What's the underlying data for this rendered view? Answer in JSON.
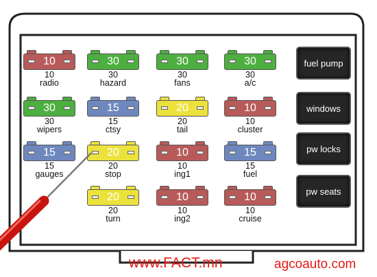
{
  "colors": {
    "red": "#b85a5a",
    "green": "#4caf3f",
    "blue": "#6e88bf",
    "yellow": "#ece23c"
  },
  "fuses": [
    {
      "amp": "10",
      "color": "red",
      "label": "radio"
    },
    {
      "amp": "30",
      "color": "green",
      "label": "hazard"
    },
    {
      "amp": "30",
      "color": "green",
      "label": "fans"
    },
    {
      "amp": "30",
      "color": "green",
      "label": "a/c"
    },
    {
      "amp": "30",
      "color": "green",
      "label": "wipers"
    },
    {
      "amp": "15",
      "color": "blue",
      "label": "ctsy"
    },
    {
      "amp": "20",
      "color": "yellow",
      "label": "tail"
    },
    {
      "amp": "10",
      "color": "red",
      "label": "cluster"
    },
    {
      "amp": "15",
      "color": "blue",
      "label": "gauges"
    },
    {
      "amp": "20",
      "color": "yellow",
      "label": "stop"
    },
    {
      "amp": "10",
      "color": "red",
      "label": "ing1"
    },
    {
      "amp": "15",
      "color": "blue",
      "label": "fuel"
    },
    {
      "amp": "20",
      "color": "yellow",
      "label": "turn"
    },
    {
      "amp": "10",
      "color": "red",
      "label": "ing2"
    },
    {
      "amp": "10",
      "color": "red",
      "label": "cruise"
    }
  ],
  "relays": [
    "fuel pump",
    "windows",
    "pw locks",
    "pw seats"
  ],
  "watermark": {
    "left": "www.FACT.mn",
    "right": "agcoauto.com"
  }
}
